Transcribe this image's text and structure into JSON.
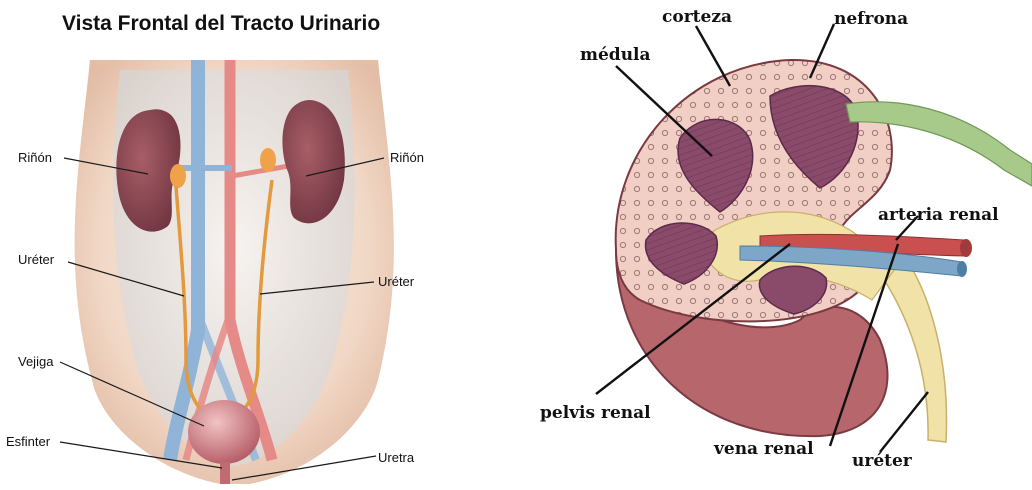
{
  "left_panel": {
    "title": "Vista Frontal del Tracto Urinario",
    "labels": {
      "kidney_left": "Riñón",
      "kidney_right": "Riñón",
      "ureter_left": "Uréter",
      "ureter_right": "Uréter",
      "bladder": "Vejiga",
      "sphincter": "Esfinter",
      "urethra": "Uretra"
    },
    "colors": {
      "skin": "#f1d8c6",
      "kidney": "#8c4a52",
      "vein": "#8fb4d8",
      "artery": "#e58a86",
      "ureter": "#e29a3c",
      "bladder": "#d98d92"
    }
  },
  "right_panel": {
    "labels": {
      "cortex": "corteza",
      "nephron": "nefrona",
      "medulla": "médula",
      "renal_artery": "arteria renal",
      "renal_pelvis": "pelvis renal",
      "renal_vein": "vena renal",
      "ureter": "uréter"
    },
    "colors": {
      "kidney_outer": "#b7676c",
      "cortex": "#f1cfc4",
      "medulla": "#8a4a6a",
      "pelvis": "#f1e2a8",
      "artery": "#c9504f",
      "vein": "#7ea6c6",
      "nephron_tube": "#a7c98a"
    }
  }
}
